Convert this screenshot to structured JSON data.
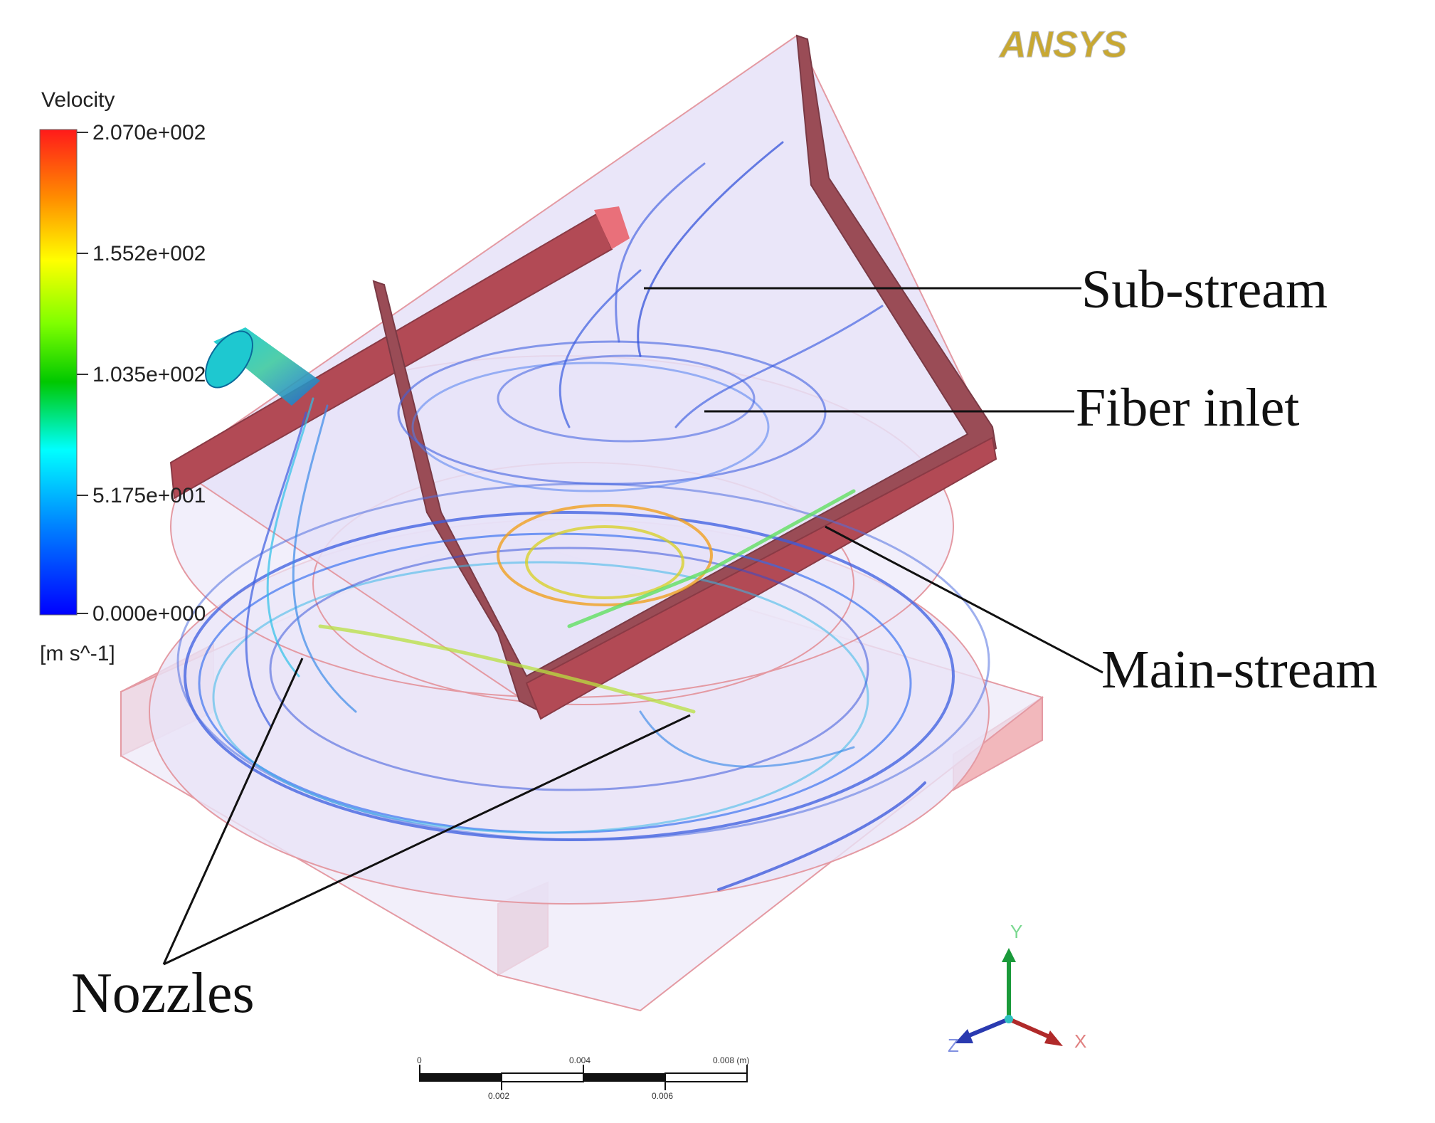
{
  "logo": {
    "text": "ANSYS",
    "color_a": "#c9c9c9",
    "color_b": "#c8a832"
  },
  "legend": {
    "title": "Velocity",
    "unit": "[m s^-1]",
    "ticks": [
      "2.070e+002",
      "1.552e+002",
      "1.035e+002",
      "5.175e+001",
      "0.000e+000"
    ],
    "colors": [
      "#ff1a1a",
      "#ff8c00",
      "#ffff00",
      "#7fff00",
      "#00c800",
      "#00ffff",
      "#0080ff",
      "#0000ff"
    ]
  },
  "labels": {
    "sub_stream": "Sub-stream",
    "fiber_inlet": "Fiber inlet",
    "main_stream": "Main-stream",
    "nozzles": "Nozzles"
  },
  "scale_bar": {
    "top_ticks": [
      "0",
      "0.004",
      "0.008 (m)"
    ],
    "bottom_ticks": [
      "0.002",
      "0.006"
    ]
  },
  "axes": {
    "x": "X",
    "y": "Y",
    "z": "Z"
  },
  "colors": {
    "housing_fill": "#e6e2f7",
    "housing_edge": "#e49aa3",
    "wall_fill": "#9a4c56",
    "streamline_blue": "#3a5ce0"
  }
}
